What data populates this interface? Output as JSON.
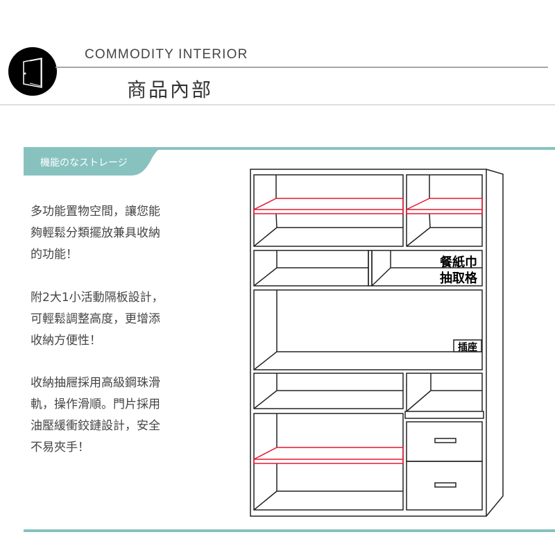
{
  "header": {
    "en_title": "COMMODITY INTERIOR",
    "zh_title": "商品內部",
    "logo_icon": "door-icon"
  },
  "section": {
    "banner_label": "機能のなストレージ",
    "accent_color": "#87c2bf"
  },
  "description": {
    "paragraphs": [
      {
        "lines": [
          "多功能置物空間，讓您能",
          "夠輕鬆分類擺放兼具收納",
          "的功能！"
        ]
      },
      {
        "lines": [
          "附2大1小活動隔板設計，",
          "可輕鬆調整高度，更增添",
          "收納方便性！"
        ]
      },
      {
        "lines": [
          "收納抽屜採用高級鋼珠滑",
          "軌，操作滑順。門片採用",
          "油壓緩衝鉸鏈設計，安全",
          "不易夾手！"
        ]
      }
    ]
  },
  "diagram": {
    "napkin_label_line1": "餐紙巾",
    "napkin_label_line2": "抽取格",
    "socket_label": "插座",
    "shelf_highlight_color": "#e5172f"
  }
}
